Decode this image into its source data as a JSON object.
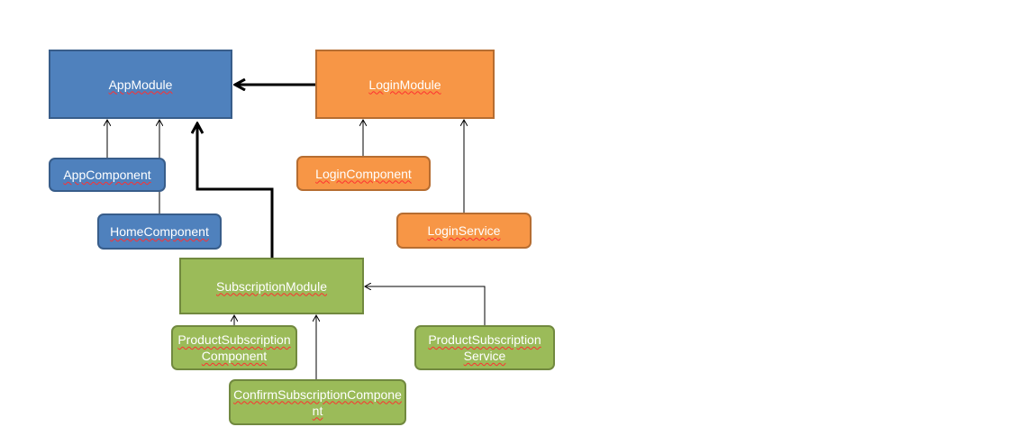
{
  "nodes": {
    "app_module": "AppModule",
    "login_module": "LoginModule",
    "app_component": "AppComponent",
    "home_component": "HomeComponent",
    "login_component": "LoginComponent",
    "login_service": "LoginService",
    "subscription_module": "SubscriptionModule",
    "product_subscription_component": "ProductSubscriptionComponent",
    "confirm_subscription_component": "ConfirmSubscriptionComponent",
    "product_subscription_service": "ProductSubscription Service"
  },
  "colors": {
    "app_group": "#4f81bd",
    "login_group": "#f79646",
    "subscription_group": "#9bbb59",
    "connector": "#000000"
  }
}
